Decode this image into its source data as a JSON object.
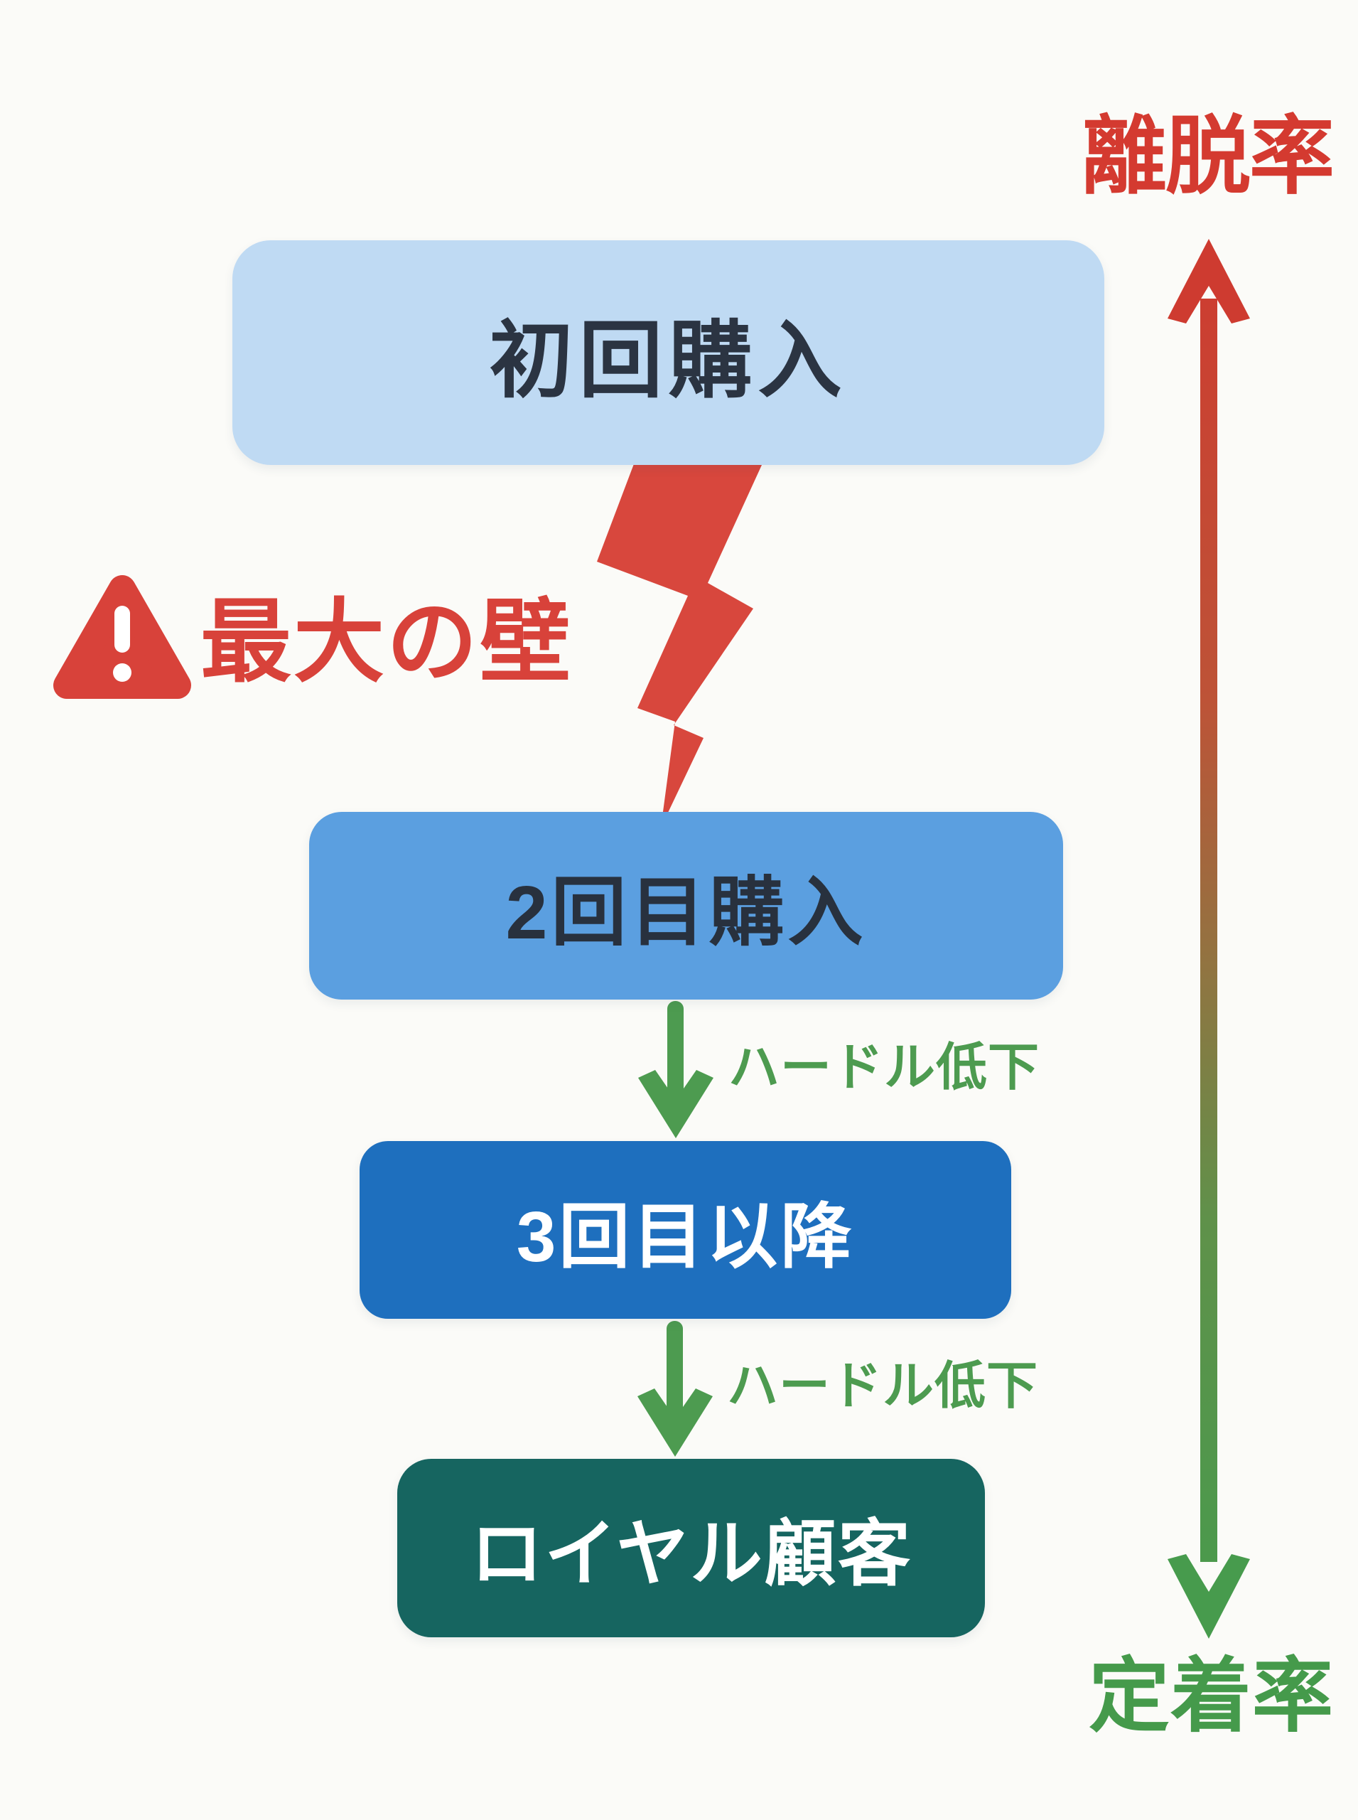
{
  "axis": {
    "top_label": "離脱率",
    "bottom_label": "定着率",
    "top_color": "#d43a30",
    "bottom_color": "#459a4b",
    "gradient_top": "#ce3b30",
    "gradient_bottom": "#479b4d"
  },
  "stages": [
    {
      "label": "初回購入",
      "fill": "#bfdaf3",
      "text_color": "#2b3442"
    },
    {
      "label": "2回目購入",
      "fill": "#5b9fe0",
      "text_color": "#28313e"
    },
    {
      "label": "3回目以降",
      "fill": "#1e6fbe",
      "text_color": "#ffffff"
    },
    {
      "label": "ロイヤル顧客",
      "fill": "#166560",
      "text_color": "#ffffff"
    }
  ],
  "barrier": {
    "label": "最大の壁",
    "color": "#d8423a",
    "icon": "warning-triangle-icon",
    "bolt_icon": "lightning-bolt-icon",
    "bolt_color": "#d8473d"
  },
  "transitions": [
    {
      "label": "ハードル低下",
      "color": "#4d9b50"
    },
    {
      "label": "ハードル低下",
      "color": "#4d9b50"
    }
  ]
}
